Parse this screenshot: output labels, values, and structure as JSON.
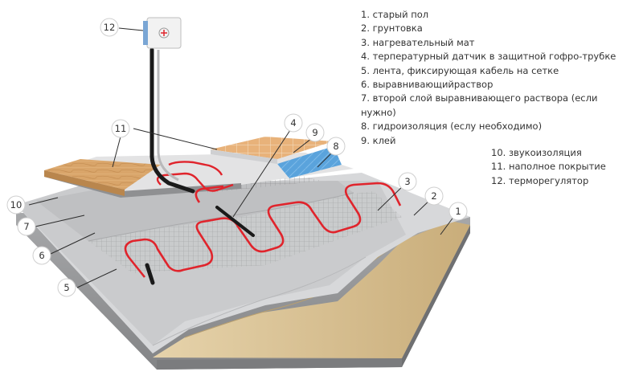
{
  "legend_primary": [
    "1. старый пол",
    "2. грунтовка",
    "3. нагревательный мат",
    "4. терпературный датчик в защитной гофро-трубке",
    "5. лента, фиксирующая кабель на сетке",
    "6. выравнивающийраствор",
    "7. второй слой выравнивающего раствора (если",
    "нужно)",
    "8. гидроизоляция (еслу необходимо)",
    "9. клей"
  ],
  "legend_secondary": [
    "10. звукоизоляция",
    "11. наполное покрытие",
    "12. терморегулятор"
  ],
  "callouts": [
    "1",
    "2",
    "3",
    "4",
    "5",
    "6",
    "7",
    "8",
    "9",
    "10",
    "11",
    "12"
  ],
  "colors": {
    "concrete": "#9b9c9e",
    "old_floor": "#d8c39a",
    "primer": "#d7d8da",
    "screed": "#c9cacc",
    "mesh": "#8a8a8a",
    "heating_cable": "#e0242c",
    "wood": "#d9a56a",
    "tile": "#e8b27a",
    "waterproofing": "#5aa3dc",
    "thermostat": "#f2f2f2"
  },
  "icons": [
    "thermostat-icon"
  ]
}
